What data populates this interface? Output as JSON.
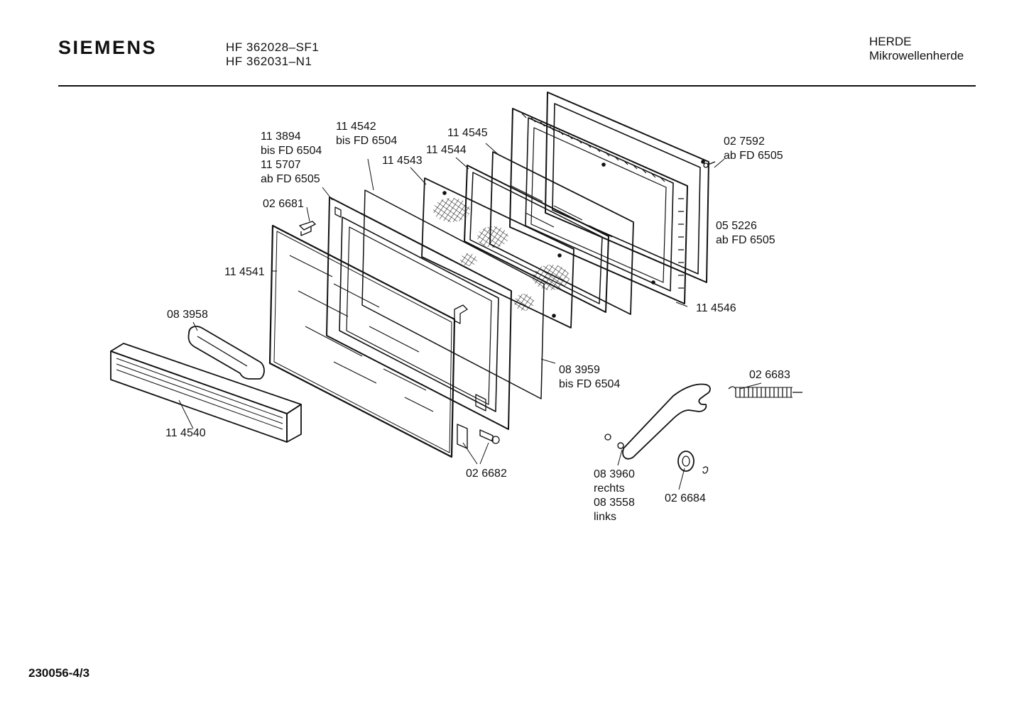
{
  "header": {
    "brand": "SIEMENS",
    "models": [
      "HF 362028–SF1",
      "HF 362031–N1"
    ],
    "category": "HERDE",
    "subcategory": "Mikrowellenherde"
  },
  "footer": {
    "document_number": "230056-4/3"
  },
  "parts": [
    {
      "lines": [
        "11 3894",
        "bis FD 6504",
        "11 5707",
        "ab FD 6505"
      ]
    },
    {
      "lines": [
        "11 4542",
        "bis FD 6504"
      ]
    },
    {
      "lines": [
        "11 4545"
      ]
    },
    {
      "lines": [
        "11 4544"
      ]
    },
    {
      "lines": [
        "11 4543"
      ]
    },
    {
      "lines": [
        "02 7592",
        "ab FD 6505"
      ]
    },
    {
      "lines": [
        "02 6681"
      ]
    },
    {
      "lines": [
        "05 5226",
        "ab FD 6505"
      ]
    },
    {
      "lines": [
        "11 4541"
      ]
    },
    {
      "lines": [
        "11 4546"
      ]
    },
    {
      "lines": [
        "08 3958"
      ]
    },
    {
      "lines": [
        "08 3959",
        "bis FD 6504"
      ]
    },
    {
      "lines": [
        "02 6683"
      ]
    },
    {
      "lines": [
        "11 4540"
      ]
    },
    {
      "lines": [
        "02 6682"
      ]
    },
    {
      "lines": [
        "08 3960",
        "rechts",
        "08 3558",
        "links"
      ]
    },
    {
      "lines": [
        "02 6684"
      ]
    }
  ]
}
